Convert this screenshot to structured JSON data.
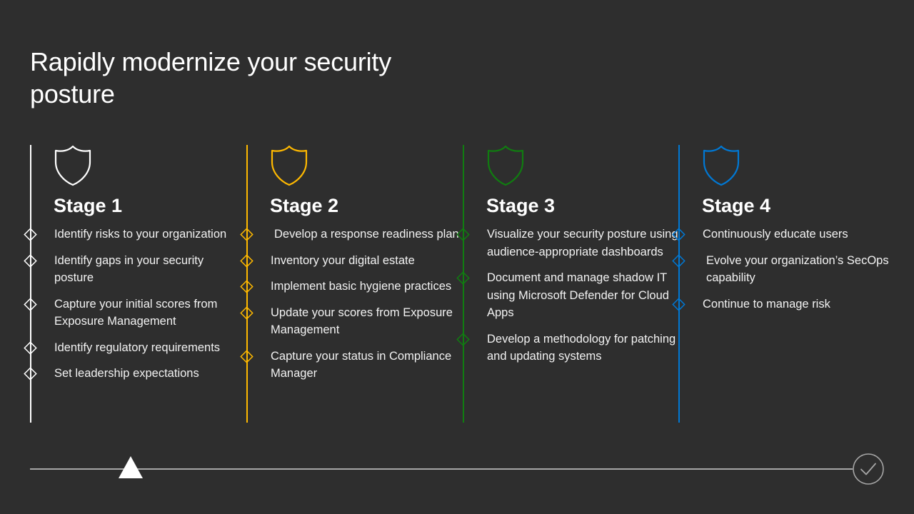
{
  "slide": {
    "title": "Rapidly modernize your security posture",
    "background_color": "#2e2e2e"
  },
  "stages": [
    {
      "heading": "Stage 1",
      "color": "#ffffff",
      "icon": "shield-icon",
      "items": [
        {
          "text": "Identify risks to your organization",
          "indented": false
        },
        {
          "text": "Identify gaps in your security posture",
          "indented": false
        },
        {
          "text": "Capture your initial scores from Exposure Management",
          "indented": false
        },
        {
          "text": "Identify regulatory requirements",
          "indented": false
        },
        {
          "text": "Set leadership expectations",
          "indented": false
        }
      ]
    },
    {
      "heading": "Stage 2",
      "color": "#ffb900",
      "icon": "shield-icon",
      "items": [
        {
          "text": "Develop a response readiness plan",
          "indented": true
        },
        {
          "text": "Inventory your digital estate",
          "indented": false
        },
        {
          "text": "Implement basic hygiene practices",
          "indented": false
        },
        {
          "text": "Update your scores from Exposure Management",
          "indented": false
        },
        {
          "text": "Capture your status in Compliance Manager",
          "indented": false
        }
      ]
    },
    {
      "heading": "Stage 3",
      "color": "#107c10",
      "icon": "shield-icon",
      "items": [
        {
          "text": "Visualize your security posture using audience-appropriate dashboards",
          "indented": false
        },
        {
          "text": "Document and manage shadow IT using Microsoft Defender for Cloud Apps",
          "indented": false
        },
        {
          "text": "Develop a methodology for patching and updating systems",
          "indented": false
        }
      ]
    },
    {
      "heading": "Stage 4",
      "color": "#0078d4",
      "icon": "shield-icon",
      "items": [
        {
          "text": "Continuously educate users",
          "indented": false
        },
        {
          "text": "Evolve your organization’s SecOps capability",
          "indented": true
        },
        {
          "text": "Continue to manage risk",
          "indented": false
        }
      ]
    }
  ],
  "progress": {
    "line_color": "#a6a6a6",
    "marker_icon": "triangle-marker-icon",
    "marker_color": "#ffffff",
    "end_icon": "check-circle-icon",
    "end_color": "#a6a6a6"
  }
}
